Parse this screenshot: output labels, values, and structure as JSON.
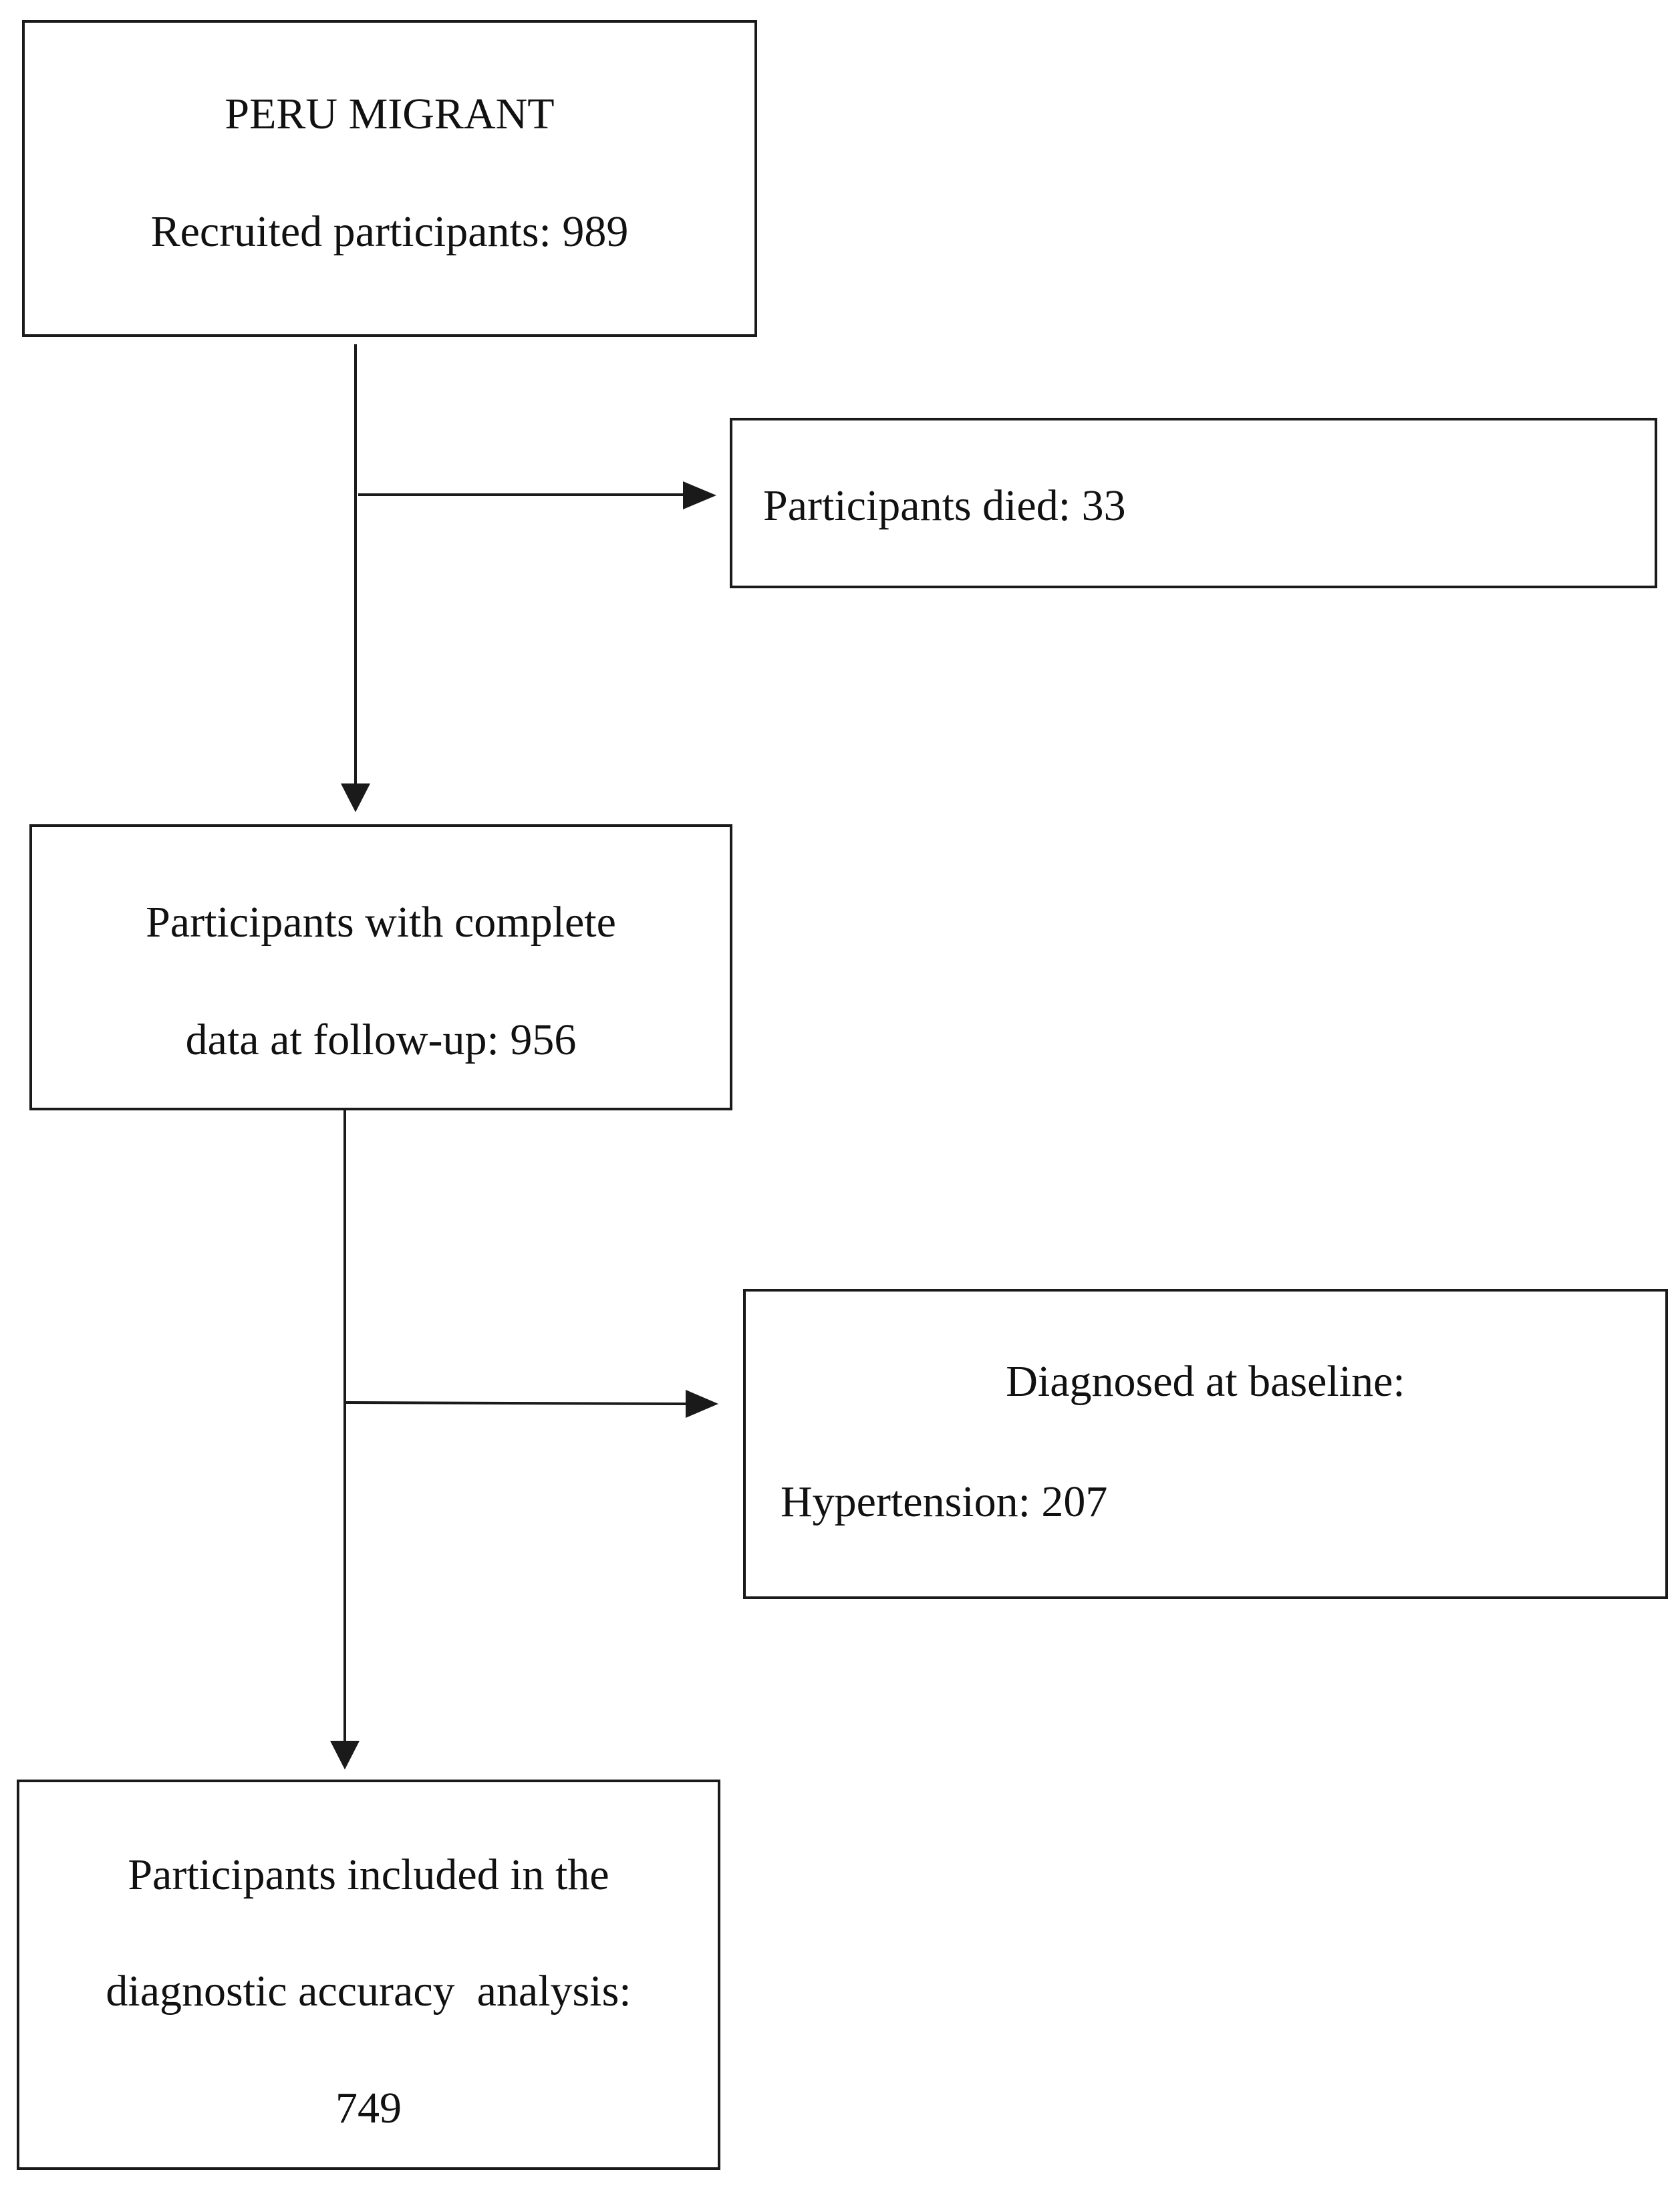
{
  "boxes": {
    "recruited": {
      "line1": "PERU MIGRANT",
      "line2": "Recruited participants: 989"
    },
    "died": {
      "line1": "Participants died: 33"
    },
    "complete": {
      "line1": "Participants with complete",
      "line2": "data at follow-up: 956"
    },
    "diagnosed": {
      "line1": "Diagnosed at baseline:",
      "line2": "Hypertension: 207"
    },
    "included": {
      "line1": "Participants included in the",
      "line2": "diagnostic accuracy  analysis:",
      "line3": "749"
    }
  }
}
